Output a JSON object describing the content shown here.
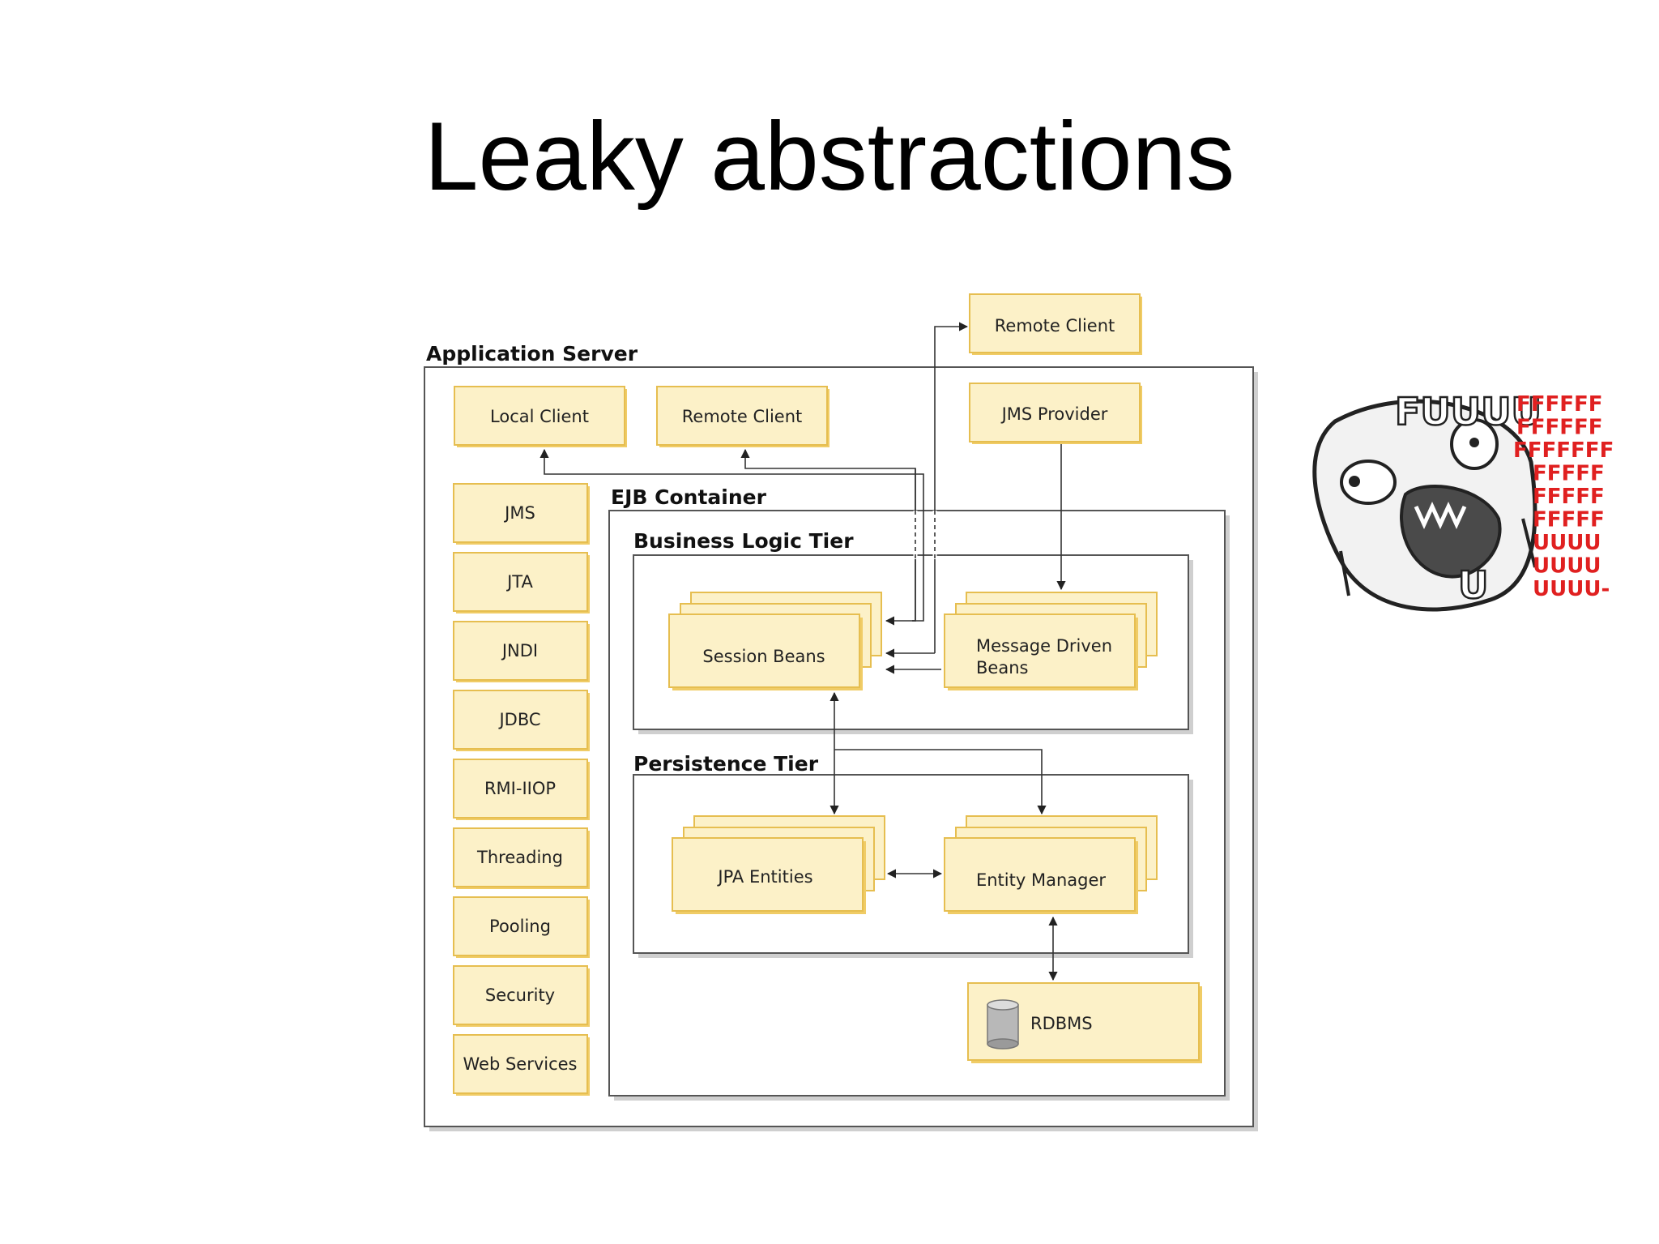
{
  "slide": {
    "title": "Leaky abstractions"
  },
  "diagram": {
    "regions": {
      "application_server": "Application Server",
      "ejb_container": "EJB Container",
      "business_logic_tier": "Business Logic Tier",
      "persistence_tier": "Persistence Tier"
    },
    "external": {
      "remote_client_top": "Remote Client",
      "jms_provider": "JMS Provider"
    },
    "clients": {
      "local_client": "Local Client",
      "remote_client": "Remote Client"
    },
    "services": [
      "JMS",
      "JTA",
      "JNDI",
      "JDBC",
      "RMI-IIOP",
      "Threading",
      "Pooling",
      "Security",
      "Web Services"
    ],
    "components": {
      "session_beans": "Session Beans",
      "message_driven_beans_line1": "Message Driven",
      "message_driven_beans_line2": "Beans",
      "jpa_entities": "JPA Entities",
      "entity_manager": "Entity Manager",
      "rdbms": "RDBMS"
    },
    "colors": {
      "box_fill": "#fcf1c8",
      "box_shadow": "#f0cc66",
      "border_gray": "#555555"
    }
  },
  "meme": {
    "head": [
      "F",
      "U",
      "U",
      "U",
      "U"
    ],
    "head_bottom": "U",
    "lines": [
      "FFFFFF",
      "FFFFFF",
      "FFFFFFF",
      "FFFFF",
      "FFFFF",
      "FFFFF",
      "UUUU",
      "UUUU",
      "UUUU-"
    ]
  }
}
